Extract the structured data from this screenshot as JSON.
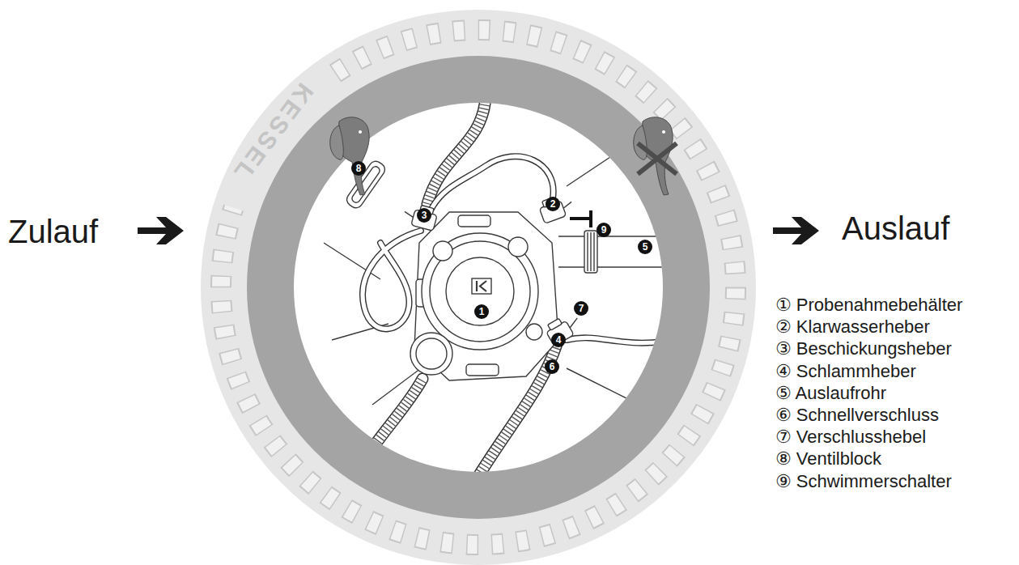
{
  "diagram": {
    "labels": [
      "Zulauf",
      "Auslauf",
      "KESSEL",
      "1",
      "2",
      "3",
      "4",
      "5",
      "6",
      "7",
      "8",
      "9",
      "① Probenahmebehälter",
      "② Klarwasserheber",
      "③ Beschickungsheber",
      "④ Schlammheber",
      "⑤ Auslaufrohr",
      "⑥ Schnellverschluss",
      "⑦ Verschlusshebel",
      "⑧ Ventilblock",
      "⑨ Schwimmerschalter"
    ]
  }
}
